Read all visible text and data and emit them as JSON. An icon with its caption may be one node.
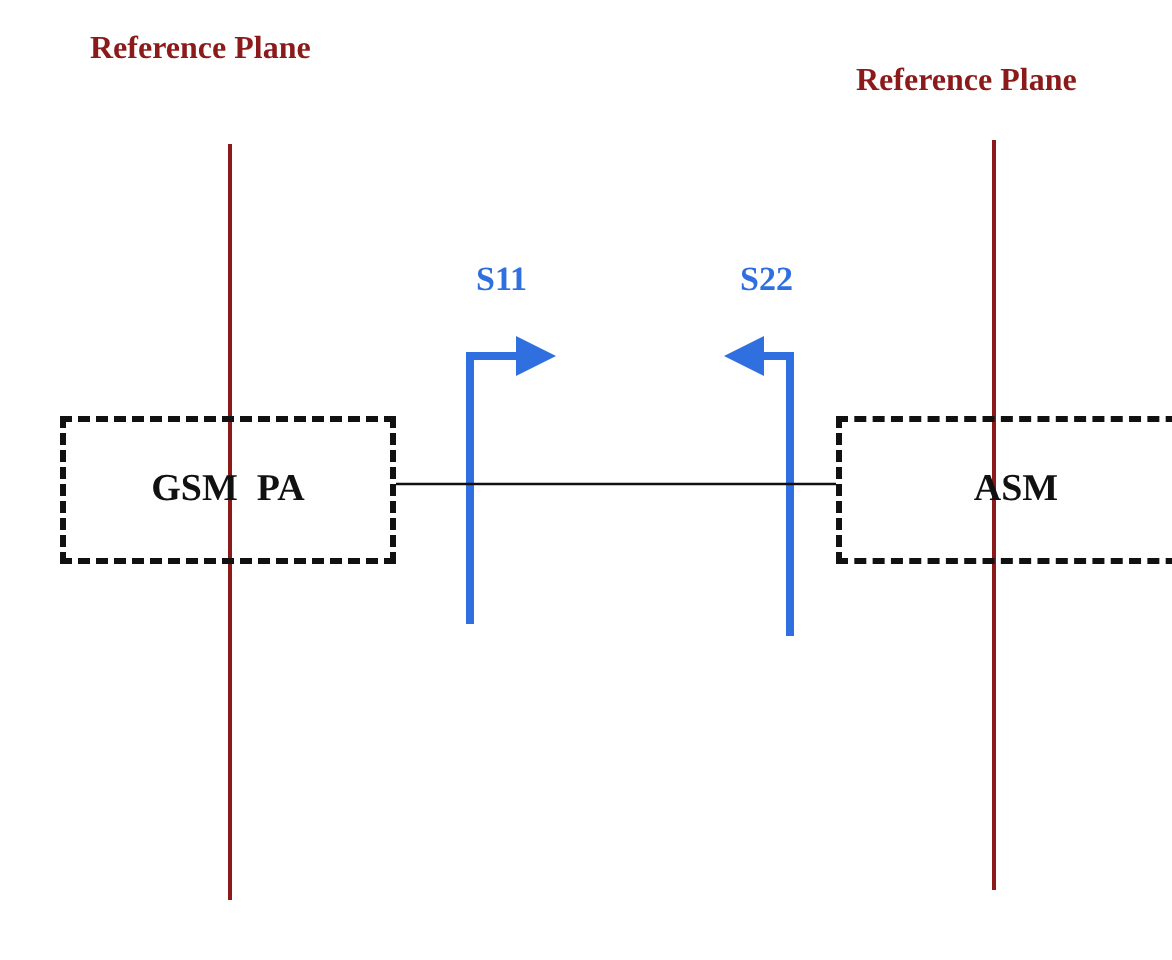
{
  "diagram": {
    "nodes": [
      {
        "text": [
          "GSM  PA"
        ]
      },
      {
        "text": [
          "ASM"
        ]
      }
    ],
    "edges": [
      {
        "from": 0,
        "to": 1,
        "arrow": "none"
      }
    ],
    "labels": [
      "Reference Plane",
      "Reference Plane",
      "S11",
      "S22"
    ]
  }
}
